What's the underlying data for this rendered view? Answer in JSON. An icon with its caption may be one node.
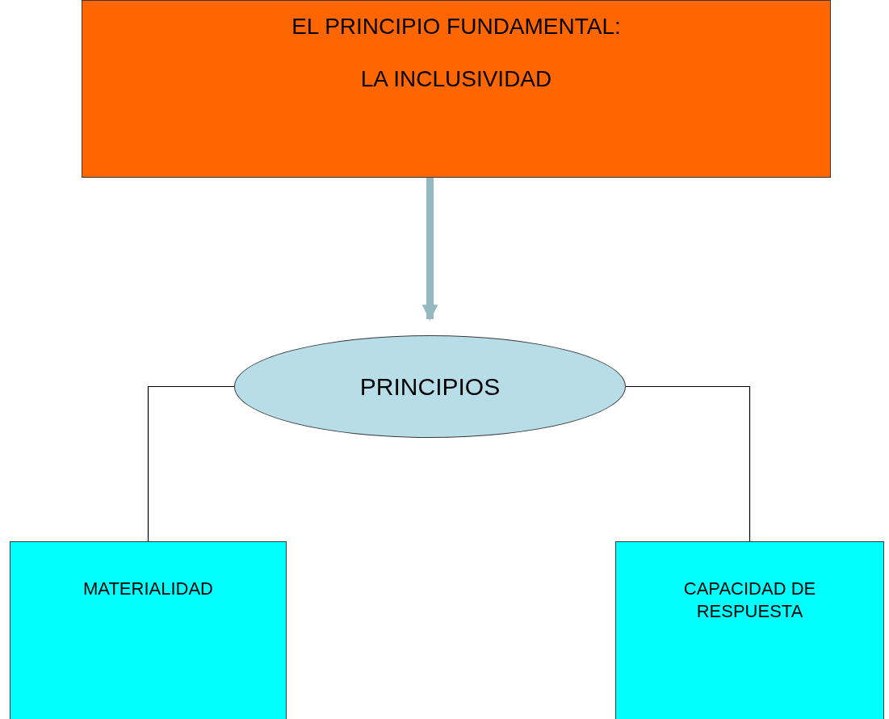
{
  "diagram": {
    "nodes": [
      {
        "text": [
          "EL PRINCIPIO FUNDAMENTAL:",
          "LA INCLUSIVIDAD"
        ]
      },
      {
        "text": [
          "PRINCIPIOS"
        ]
      },
      {
        "text": [
          "MATERIALIDAD"
        ]
      },
      {
        "text": [
          "CAPACIDAD DE RESPUESTA"
        ]
      }
    ],
    "edges": [
      {
        "from": 0,
        "to": 1,
        "arrow": "to",
        "style": "thick",
        "color": "#93b8bf"
      },
      {
        "from": 1,
        "to": 2,
        "arrow": "none"
      },
      {
        "from": 1,
        "to": 3,
        "arrow": "none"
      }
    ]
  }
}
